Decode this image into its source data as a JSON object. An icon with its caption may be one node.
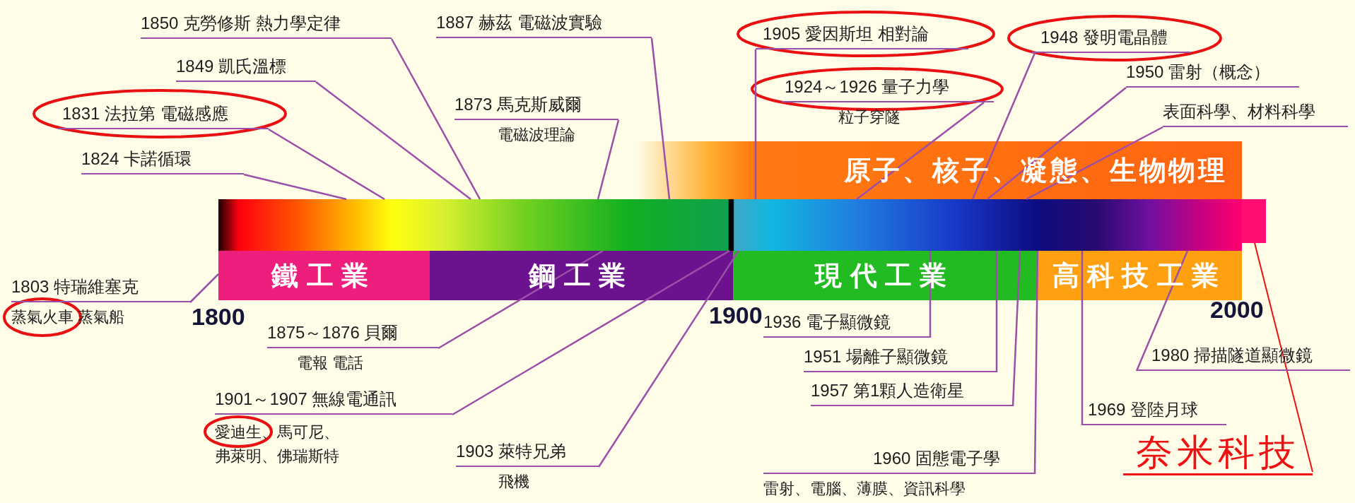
{
  "diagram": {
    "nodes": [
      {
        "text": [
          "1850 克勞修斯 熱力學定律"
        ]
      },
      {
        "text": [
          "1887 赫茲 電磁波實驗"
        ]
      },
      {
        "text": [
          "1905 愛因斯坦 相對論"
        ]
      },
      {
        "text": [
          "1948 發明電晶體"
        ]
      },
      {
        "text": [
          "1849 凱氏溫標"
        ]
      },
      {
        "text": [
          "1924～1926 量子力學",
          "粒子穿隧"
        ]
      },
      {
        "text": [
          "1950 雷射（概念）"
        ]
      },
      {
        "text": [
          "1831 法拉第 電磁感應"
        ]
      },
      {
        "text": [
          "1873 馬克斯威爾",
          "電磁波理論"
        ]
      },
      {
        "text": [
          "表面科學、材料科學"
        ]
      },
      {
        "text": [
          "1824 卡諾循環"
        ]
      },
      {
        "text": [
          "原子、核子、凝態、生物物理"
        ]
      },
      {
        "text": [],
        "shape": "bar"
      },
      {
        "text": [],
        "shape": "box"
      },
      {
        "text": [
          "鐵工業"
        ]
      },
      {
        "text": [
          "鋼工業"
        ]
      },
      {
        "text": [
          "現代工業"
        ]
      },
      {
        "text": [
          "高科技工業"
        ]
      },
      {
        "text": [
          "1803 特瑞維塞克",
          "蒸氣火車 蒸氣船"
        ]
      },
      {
        "text": [
          "1875～1876 貝爾",
          "電報 電話"
        ]
      },
      {
        "text": [
          "1936 電子顯微鏡"
        ]
      },
      {
        "text": [
          "1951 場離子顯微鏡"
        ]
      },
      {
        "text": [
          "1957 第1顆人造衛星"
        ]
      },
      {
        "text": [
          "1980 掃描隧道顯微鏡"
        ]
      },
      {
        "text": [
          "1901～1907 無線電通訊",
          "愛迪生、馬可尼、弗萊明、佛瑞斯特"
        ]
      },
      {
        "text": [
          "1969 登陸月球"
        ]
      },
      {
        "text": [
          "1903 萊特兄弟",
          "飛機"
        ]
      },
      {
        "text": [
          "1960 固態電子學",
          "雷射、電腦、薄膜、資訊科學"
        ]
      },
      {
        "text": [
          "奈米科技"
        ]
      }
    ],
    "edges": [
      {
        "from": 0,
        "to": 12,
        "arrow": "none"
      },
      {
        "from": 1,
        "to": 12,
        "arrow": "none"
      },
      {
        "from": 2,
        "to": 12,
        "arrow": "none"
      },
      {
        "from": 3,
        "to": 12,
        "arrow": "none"
      },
      {
        "from": 4,
        "to": 12,
        "arrow": "none"
      },
      {
        "from": 5,
        "to": 12,
        "arrow": "none"
      },
      {
        "from": 6,
        "to": 12,
        "arrow": "none"
      },
      {
        "from": 7,
        "to": 12,
        "arrow": "none"
      },
      {
        "from": 8,
        "to": 12,
        "arrow": "none"
      },
      {
        "from": 9,
        "to": 12,
        "arrow": "none"
      },
      {
        "from": 10,
        "to": 12,
        "arrow": "none"
      },
      {
        "from": 18,
        "to": 14,
        "arrow": "none"
      },
      {
        "from": 19,
        "to": 12,
        "arrow": "none"
      },
      {
        "from": 20,
        "to": 12,
        "arrow": "none"
      },
      {
        "from": 21,
        "to": 12,
        "arrow": "none"
      },
      {
        "from": 22,
        "to": 12,
        "arrow": "none"
      },
      {
        "from": 23,
        "to": 12,
        "arrow": "none"
      },
      {
        "from": 24,
        "to": 12,
        "arrow": "none"
      },
      {
        "from": 25,
        "to": 12,
        "arrow": "none"
      },
      {
        "from": 26,
        "to": 12,
        "arrow": "none"
      },
      {
        "from": 27,
        "to": 12,
        "arrow": "none"
      },
      {
        "from": 28,
        "to": 13,
        "arrow": "none",
        "color": "#ee1111"
      }
    ],
    "labels": [
      "1800",
      "1900",
      "2000"
    ]
  }
}
